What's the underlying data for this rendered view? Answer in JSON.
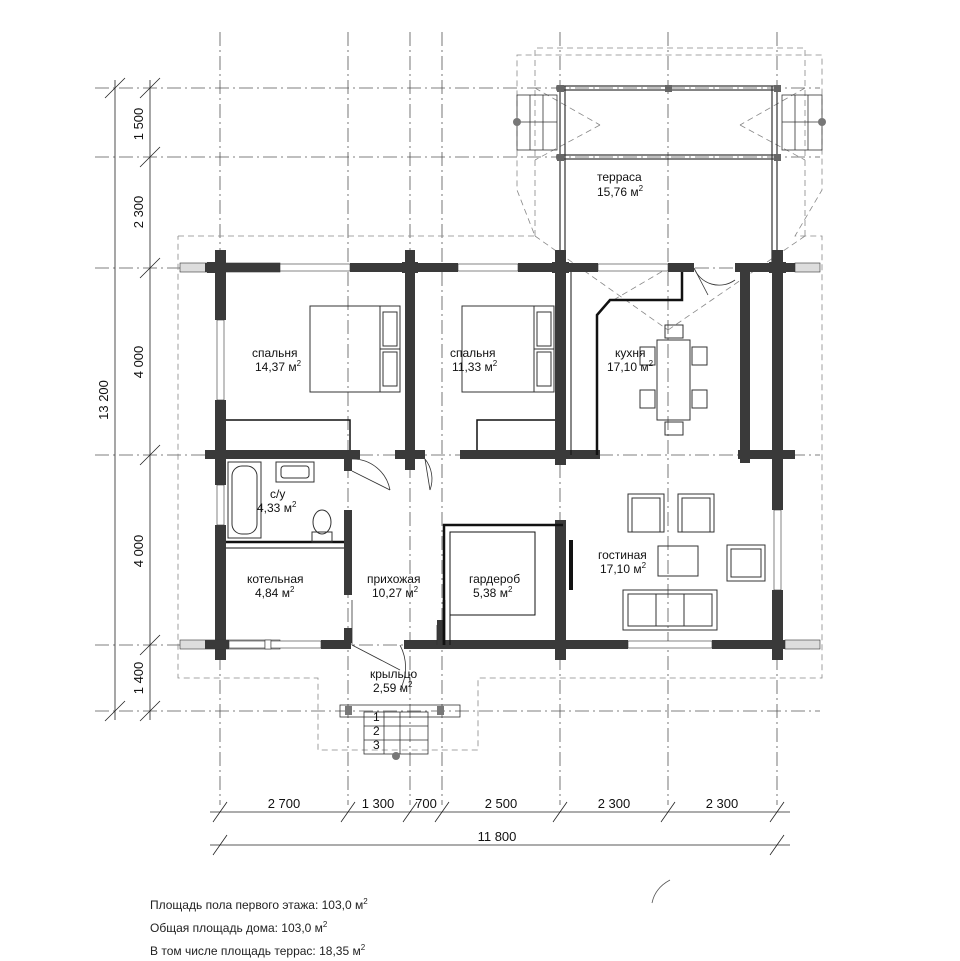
{
  "rooms": {
    "terrace": {
      "name": "терраса",
      "area": "15,76 м"
    },
    "bedroom1": {
      "name": "спальня",
      "area": "14,37 м"
    },
    "bedroom2": {
      "name": "спальня",
      "area": "11,33 м"
    },
    "kitchen": {
      "name": "кухня",
      "area": "17,10 м"
    },
    "bathroom": {
      "name": "с/у",
      "area": "4,33 м"
    },
    "boiler": {
      "name": "котельная",
      "area": "4,84 м"
    },
    "hall": {
      "name": "прихожая",
      "area": "10,27 м"
    },
    "wardrobe": {
      "name": "гардероб",
      "area": "5,38 м"
    },
    "living": {
      "name": "гостиная",
      "area": "17,10 м"
    },
    "porch": {
      "name": "крыльцо",
      "area": "2,59 м"
    }
  },
  "area_unit_exponent": "2",
  "vertical_dims": [
    "1 500",
    "2 300",
    "4 000",
    "4 000",
    "1 400"
  ],
  "vertical_total": "13 200",
  "horizontal_dims": [
    "2 700",
    "1 300",
    "700",
    "2 500",
    "2 300",
    "2 300"
  ],
  "horizontal_total": "11 800",
  "stair_steps": [
    "1",
    "2",
    "3"
  ],
  "notes": {
    "floor_area": "Площадь пола первого этажа: 103,0 м",
    "total_area": "Общая площадь дома: 103,0 м",
    "terrace_area": "В том числе площадь террас: 18,35 м",
    "exponent": "2"
  },
  "colors": {
    "wall": "#3a3a3a",
    "line": "#222222",
    "axis": "#555555"
  }
}
